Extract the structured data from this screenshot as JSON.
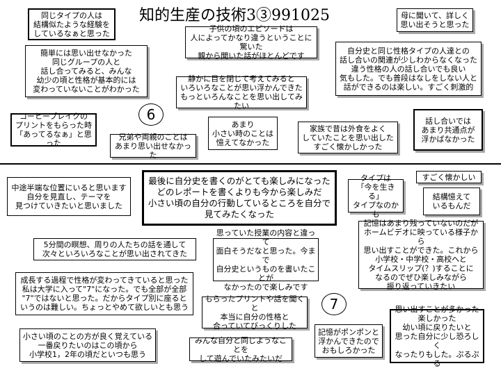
{
  "title": "知的生産の技術3③991025",
  "section_numbers": {
    "six": "6",
    "seven": "7"
  },
  "notes_top": [
    "同じタイプの人は\n結構似たような経験を\nしているなぁと思った",
    "子供の頃のエピソードは\n人によってかなり違うということに驚いた\n親から聞いた話がほとんどです",
    "母に聞いて、詳しく\n思い出そうと思った",
    "簡単には思い出せなかった\n同じグループの人と\n話し合ってみると、みんな\n幼少の頃と性格が基本的には\n変わっていないことがわかった",
    "自分史と同じ性格タイプの人達との\n話し合いの関連が少しわからなくなった\n違う性格の人の話し合いでも良い\n気もした。でも普段はなしをしない人と\n話ができるのは楽しい。すごく刺激的",
    "静かに目を閉じて考えてみると\nいろいろなことが思い浮かんできた\nもっといろんなことを思い出してみたい",
    "コーヒーブレイクの\nプリントをもらった時\n「あってるなぁ」と思った",
    "兄弟や両親のことは\nあまり思い出せなかった",
    "あまり\n小さい時のことは\n憶えてなかった",
    "家族で昔は外食をよく\nしていたことを思い出した\nすごく懐かしかった",
    "話し合いでは\nあまり共通点が\n浮かばなかった"
  ],
  "notes_bottom": [
    "中途半端な位置にいると思います\n自分を見直し、テーマを\n見つけていきたいと思いました",
    "最後に自分史を書くのがとても楽しみになった\nどのレポートを書くよりも今から楽しみだ\n小さい頃の自分の行動しているところを自分で\n見てみたくなった",
    "タイプは\n「今を生きる」\nタイプなのかも",
    "すごく懐かしい",
    "結構憶えて\nいるもんだ",
    "記憶はあまり残っていないのだが\nホームビデオに映っている様子から\n思い出すことができた。これから\n小学校・中学校・高校へと\nタイムスリップ(？)することに\nなるのでぜひ楽しみながら\n振り返っていきたい",
    "5分間の瞑想、周りの人たちの話を通して\n次々といろいろなことが思い出されてきた",
    "思っていた授業の内容と違って\n面白そうだなと思った。今まで\n自分史というものを書いたことが\nなかったので楽しみです",
    "成長する過程で性格が変わってきていると思った\n私は大学に入って\"7\"になった。でも全部が全部\n\"7\"ではないと思った。だからタイプ別に座ると\nいうのは難しい。ちょっとやめて欲しいとも思う",
    "もらったプリントや話を聞くと\n本当に自分の性格と\n合っていてびっくりした",
    "思い出すことが多かった\n楽しかった\n幼い頃に戻りたいと\n思った自分に少し恐ろしく\nなったりもした。ぷるぷる",
    "記憶がポンポンと\n浮かんできたので\nおもしろかった",
    "小さい頃のことの方が良く覚えている\n一番戻りたいのはこの頃から\n小学校1，2年の頃だといつも思う",
    "みんな自分と同じようなことを\nして遊んでいたみたいだ"
  ]
}
